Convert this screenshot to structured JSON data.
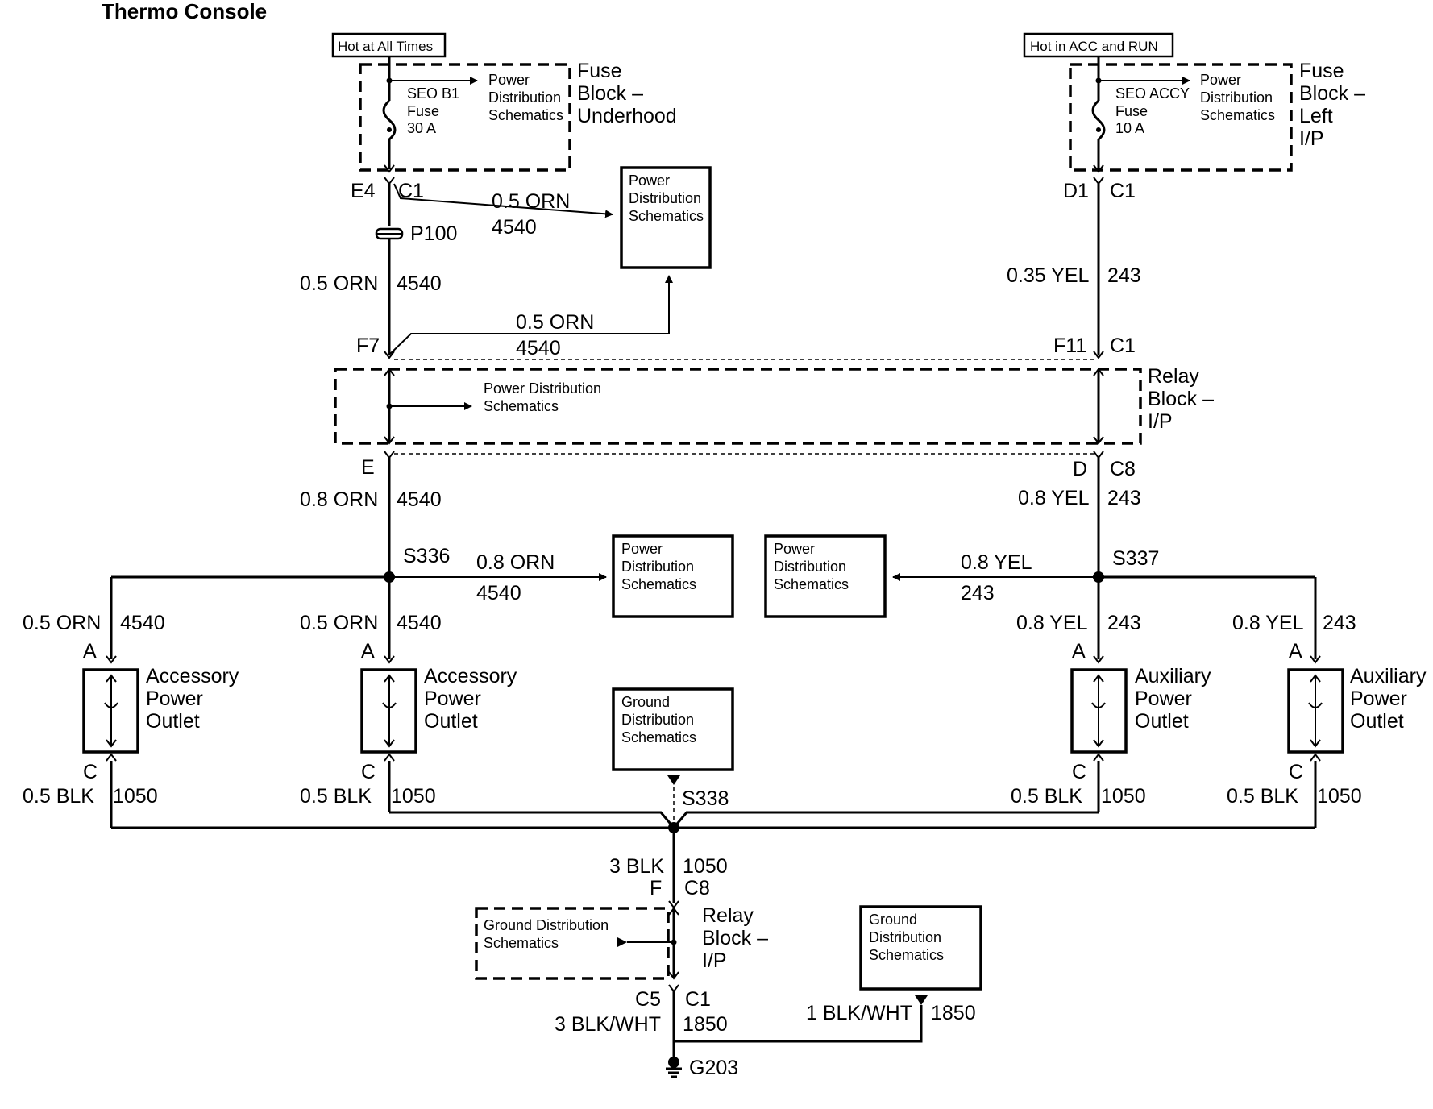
{
  "title": "Thermo Console",
  "labels": {
    "hot_all": "Hot at All Times",
    "hot_acc_run": "Hot in ACC and RUN",
    "fb_uh_1": "Fuse",
    "fb_uh_2": "Block –",
    "fb_uh_3": "Underhood",
    "fb_lip_1": "Fuse",
    "fb_lip_2": "Block –",
    "fb_lip_3": "Left",
    "fb_lip_4": "I/P",
    "fuse_b1_1": "SEO B1",
    "fuse_b1_2": "Fuse",
    "fuse_b1_3": "30 A",
    "fuse_accy_1": "SEO ACCY",
    "fuse_accy_2": "Fuse",
    "fuse_accy_3": "10 A",
    "pds_1": "Power",
    "pds_2": "Distribution",
    "pds_3": "Schematics",
    "pds_inline": "Power Distribution",
    "pds_inline2": "Schematics",
    "gds_1": "Ground",
    "gds_2": "Distribution",
    "gds_3": "Schematics",
    "gds_inline": "Ground Distribution",
    "rb_1": "Relay",
    "rb_2": "Block –",
    "rb_3": "I/P",
    "apo_1": "Accessory",
    "apo_2": "Power",
    "apo_3": "Outlet",
    "aux_1": "Auxiliary",
    "aux_2": "Power",
    "aux_3": "Outlet",
    "E4": "E4",
    "C1": "C1",
    "D1": "D1",
    "P100": "P100",
    "F7": "F7",
    "F11": "F11",
    "E": "E",
    "D": "D",
    "C8": "C8",
    "S336": "S336",
    "S337": "S337",
    "S338": "S338",
    "A": "A",
    "C": "C",
    "F": "F",
    "C5": "C5",
    "G203": "G203",
    "w_05orn": "0.5 ORN",
    "w_08orn": "0.8 ORN",
    "c_4540": "4540",
    "w_035yel": "0.35 YEL",
    "w_08yel": "0.8 YEL",
    "c_243": "243",
    "w_05blk": "0.5 BLK",
    "c_1050": "1050",
    "w_3blk": "3 BLK",
    "w_3blkwht": "3 BLK/WHT",
    "w_1blkwht": "1 BLK/WHT",
    "c_1850": "1850"
  }
}
